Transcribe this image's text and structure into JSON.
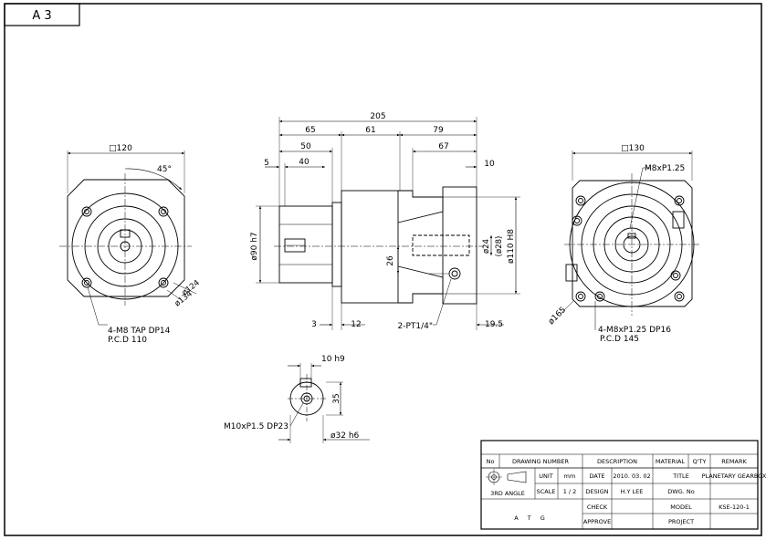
{
  "sheet_size": "A 3",
  "front_view": {
    "square": "□120",
    "angle": "45°",
    "dia_124": "ø124",
    "dia_134": "ø134",
    "tap_note": "4-M8 TAP DP14",
    "pcd_note": "P.C.D 110"
  },
  "side_view": {
    "d205": "205",
    "d65": "65",
    "d61": "61",
    "d79": "79",
    "d50": "50",
    "d67": "67",
    "d5": "5",
    "d40": "40",
    "d10": "10",
    "d3": "3",
    "d12": "12",
    "d19_5": "19.5",
    "d26": "26",
    "dia_90": "ø90 h7",
    "dia_24": "ø24",
    "dia_28": "(ø28)",
    "dia_110": "ø110 H8",
    "port_note": "2-PT1/4\""
  },
  "rear_view": {
    "square": "□130",
    "thread_top": "M8xP1.25",
    "dia_165": "ø165",
    "bolt_note": "4-M8xP1.25 DP16",
    "pcd_note": "P.C.D 145"
  },
  "shaft_view": {
    "key": "10 h9",
    "height": "35",
    "thread": "M10xP1.5 DP23",
    "dia": "ø32 h6"
  },
  "title_block": {
    "headers": {
      "no": "No",
      "drawing_number": "DRAWING NUMBER",
      "description": "DESCRIPTION",
      "material": "MATERIAL",
      "qty": "Q'TY",
      "remark": "REMARK"
    },
    "projection": "3RD ANGLE",
    "unit_label": "UNIT",
    "unit_value": "mm",
    "scale_label": "SCALE",
    "scale_value": "1 / 2",
    "date_label": "DATE",
    "date_value": "2010. 03. 02",
    "design_label": "DESIGN",
    "design_value": "H.Y LEE",
    "check_label": "CHECK",
    "approve_label": "APPROVE",
    "title_label": "TITLE",
    "title_value": "PLANETARY GEARBOX",
    "dwg_label": "DWG. No",
    "model_label": "MODEL",
    "model_value": "KSE-120-1",
    "project_label": "PROJECT",
    "company": "A T G"
  }
}
